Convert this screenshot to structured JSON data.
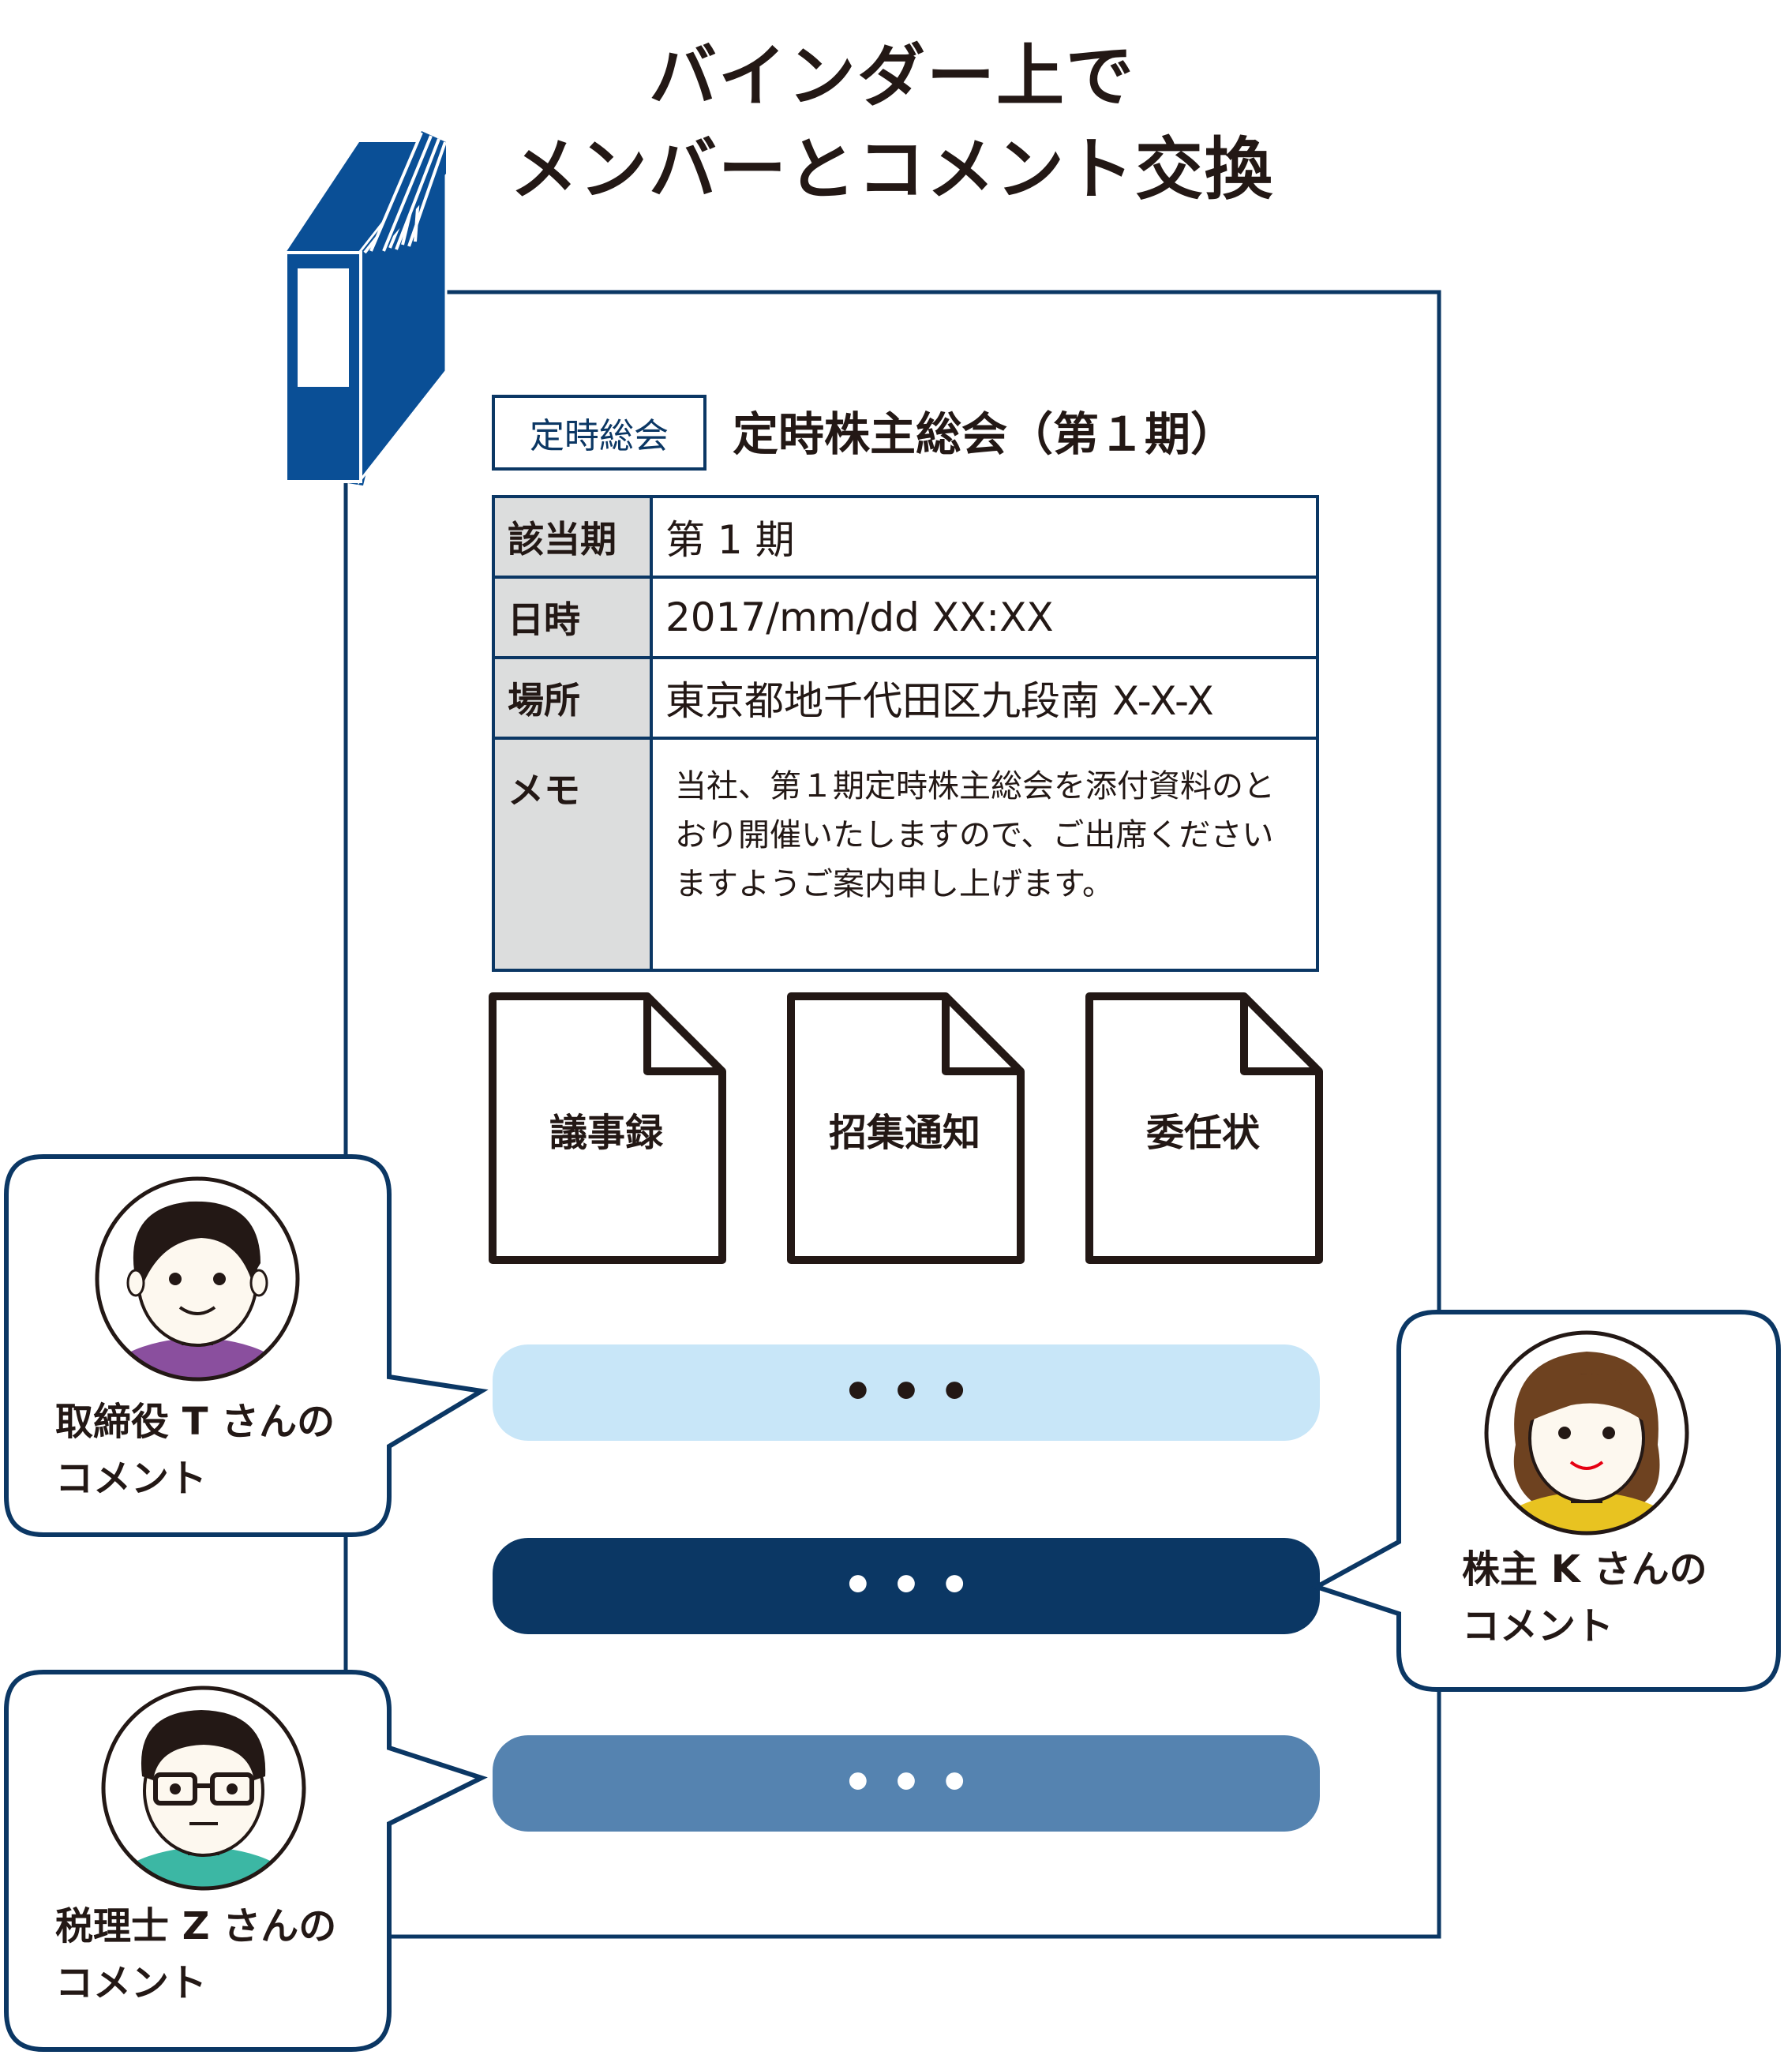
{
  "title": {
    "line1": "バインダー上で",
    "line2": "メンバーとコメント交換"
  },
  "card": {
    "badge": "定時総会",
    "heading": "定時株主総会（第１期）",
    "rows": [
      {
        "label": "該当期",
        "value": "第 1 期"
      },
      {
        "label": "日時",
        "value": "2017/mm/dd XX:XX"
      },
      {
        "label": "場所",
        "value": "東京都地千代田区九段南 X-X-X"
      },
      {
        "label": "メモ",
        "lines": [
          "当社、第１期定時株主総会を添付資料のと",
          "おり開催いたしますので、ご出席ください",
          "ますようご案内申し上げます。"
        ]
      }
    ]
  },
  "documents": [
    "議事録",
    "招集通知",
    "委任状"
  ],
  "comment_bars": [
    {
      "dots": "• • •",
      "color": "#c8e6f8"
    },
    {
      "dots": "• • •",
      "color": "#0b3764"
    },
    {
      "dots": "• • •",
      "color": "#5583b0"
    }
  ],
  "commenters": [
    {
      "line1": "取締役 T さんの",
      "line2": "コメント",
      "shirt": "#8a4f9e"
    },
    {
      "line1": "株主 K さんの",
      "line2": "コメント",
      "shirt": "#e8c321"
    },
    {
      "line1": "税理士 Z さんの",
      "line2": "コメント",
      "shirt": "#3cb7a4"
    }
  ],
  "colors": {
    "navy": "#0b3764",
    "binder": "#0a4f96",
    "ink": "#231815",
    "label_bg": "#dcdddd"
  }
}
